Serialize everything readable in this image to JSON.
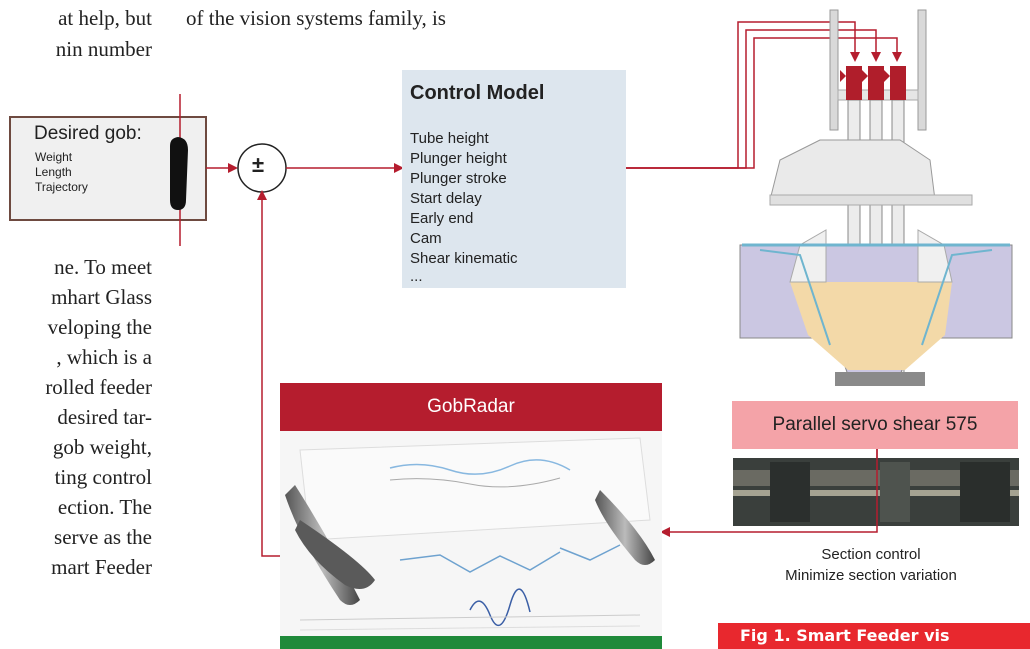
{
  "text": {
    "top_left": "at help, but",
    "top_left_2": "nin number",
    "top_middle": "of the vision systems family, is",
    "left_column": [
      "ne. To meet",
      "mhart Glass",
      "veloping the",
      ", which is a",
      "rolled feeder",
      "desired tar-",
      "gob weight,",
      "ting control",
      "ection. The",
      "serve as the",
      "mart Feeder"
    ]
  },
  "diagram": {
    "desired": {
      "title": "Desired gob:",
      "items": [
        "Weight",
        "Length",
        "Trajectory"
      ]
    },
    "summing_sign": "±",
    "control_model": {
      "title": "Control Model",
      "items": [
        "Tube height",
        "Plunger height",
        "Plunger stroke",
        "Start delay",
        "Early end",
        "Cam",
        "Shear kinematic",
        "..."
      ]
    },
    "gobradar": {
      "title": "GobRadar"
    },
    "shear": {
      "label": "Parallel servo shear 575"
    },
    "section_control": {
      "line1": "Section control",
      "line2": "Minimize section variation"
    },
    "caption": "Fig 1. Smart Feeder vis",
    "colors": {
      "arrow": "#b51d2e",
      "model_box": "#dde6ee",
      "caption": "#e8282e",
      "shear": "#f4a3a8"
    }
  }
}
